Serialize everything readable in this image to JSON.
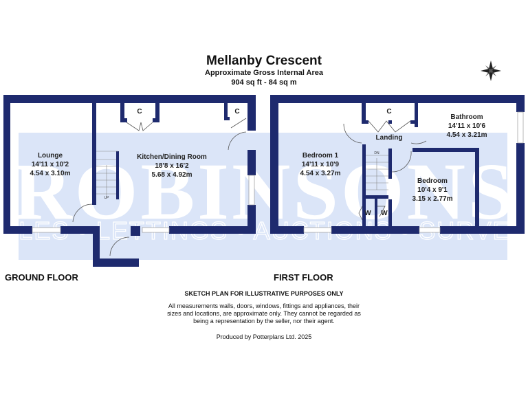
{
  "header": {
    "title": "Mellanby Crescent",
    "subtitle": "Approximate Gross Internal Area",
    "area": "904 sq ft - 84 sq m"
  },
  "watermark": {
    "brand": "ROBINSONS",
    "tagline": "SALES • LETTINGS • AUCTIONS • SURVEYS"
  },
  "colors": {
    "wall": "#1e2a6e",
    "watermark_band": "#dbe5f8"
  },
  "ground_floor": {
    "label": "GROUND FLOOR",
    "rooms": [
      {
        "name": "Lounge",
        "imperial": "14'11 x 10'2",
        "metric": "4.54 x 3.10m"
      },
      {
        "name": "Kitchen/Dining Room",
        "imperial": "18'8 x 16'2",
        "metric": "5.68 x 4.92m"
      }
    ],
    "cupboards": [
      "C",
      "C"
    ],
    "stairs": "UP"
  },
  "first_floor": {
    "label": "FIRST FLOOR",
    "rooms": [
      {
        "name": "Bedroom 1",
        "imperial": "14'11 x 10'9",
        "metric": "4.54 x 3.27m"
      },
      {
        "name": "Bathroom",
        "imperial": "14'11 x 10'6",
        "metric": "4.54 x 3.21m"
      },
      {
        "name": "Bedroom",
        "imperial": "10'4 x 9'1",
        "metric": "3.15 x 2.77m"
      },
      {
        "name": "Landing"
      }
    ],
    "cupboards": [
      "C",
      "W",
      "W"
    ],
    "stairs": "DN"
  },
  "footer": {
    "disclaimer_title": "SKETCH PLAN FOR ILLUSTRATIVE PURPOSES ONLY",
    "disclaimer_lines": [
      "All measurements walls, doors, windows, fittings and appliances, their",
      "sizes and locations, are approximate only. They cannot be regarded as",
      "being a representation by the seller, nor their agent."
    ],
    "producer": "Produced by Potterplans Ltd. 2025"
  }
}
